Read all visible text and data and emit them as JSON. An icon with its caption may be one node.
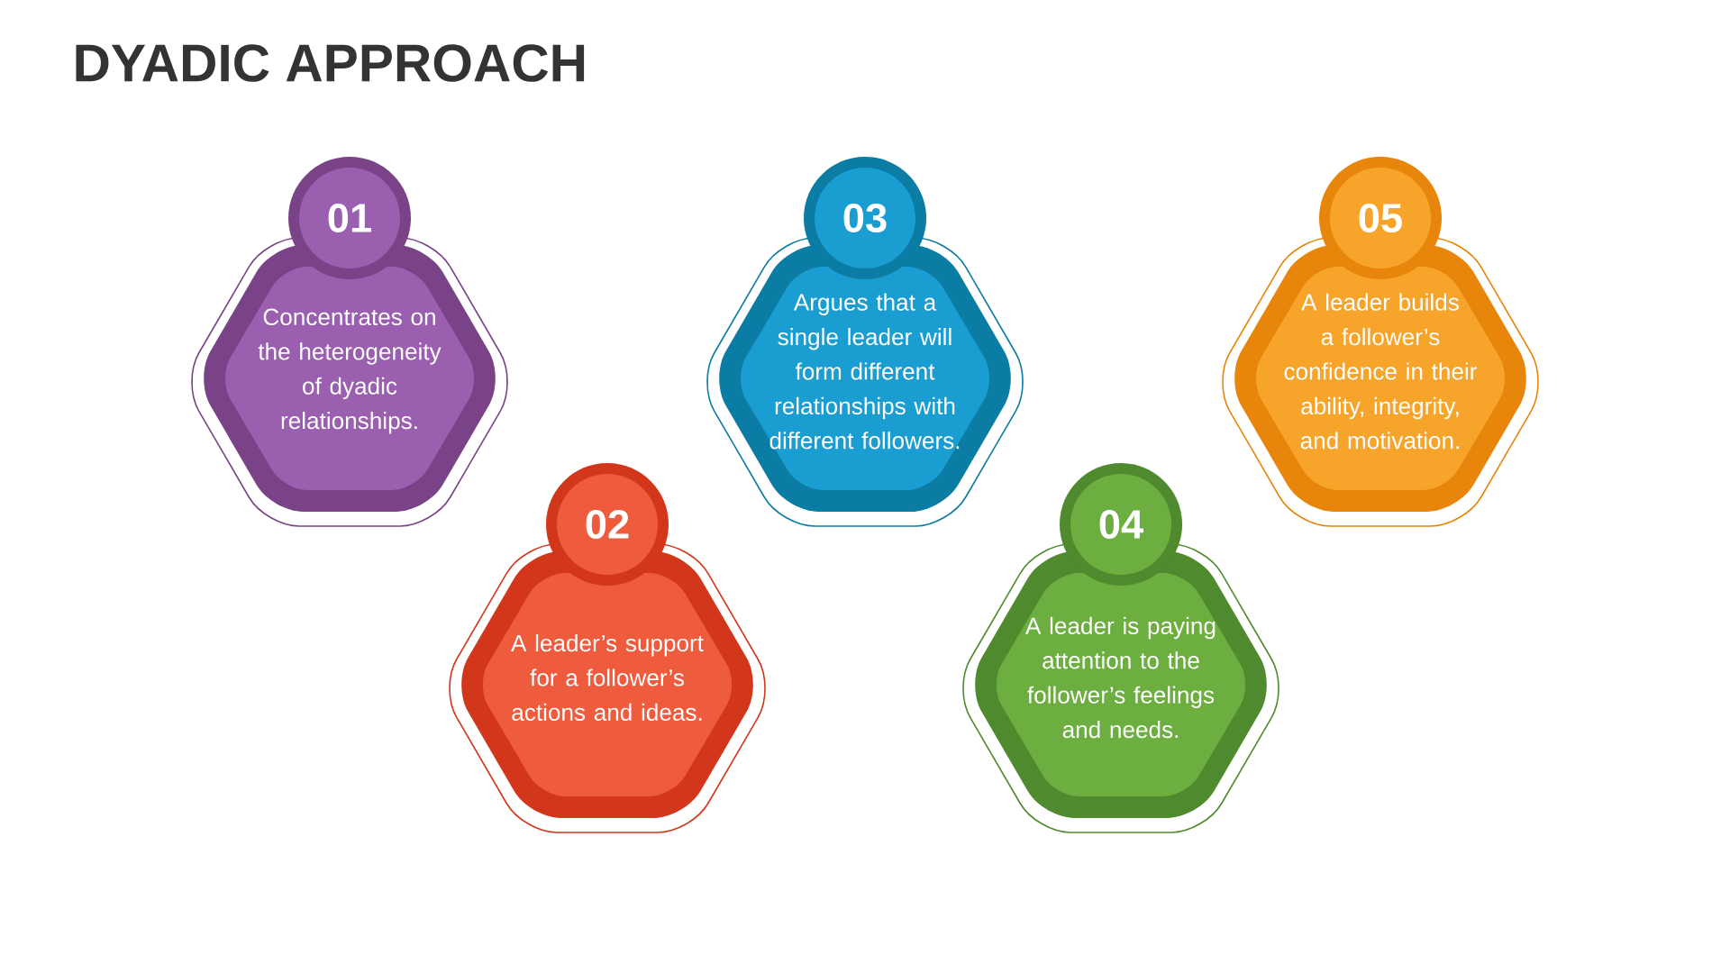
{
  "diagram": {
    "title": "DYADIC APPROACH",
    "nodes": [
      {
        "text": [
          "01",
          "Concentrates on the heterogeneity of dyadic relationships."
        ]
      },
      {
        "text": [
          "02",
          "A leader’s support for a follower’s actions and ideas."
        ]
      },
      {
        "text": [
          "03",
          "Argues that a single leader will form different relationships with different followers."
        ]
      },
      {
        "text": [
          "04",
          "A leader is paying attention to the follower’s feelings and needs."
        ]
      },
      {
        "text": [
          "05",
          "A leader builds a follower’s confidence in their ability, integrity, and motivation."
        ]
      }
    ]
  }
}
